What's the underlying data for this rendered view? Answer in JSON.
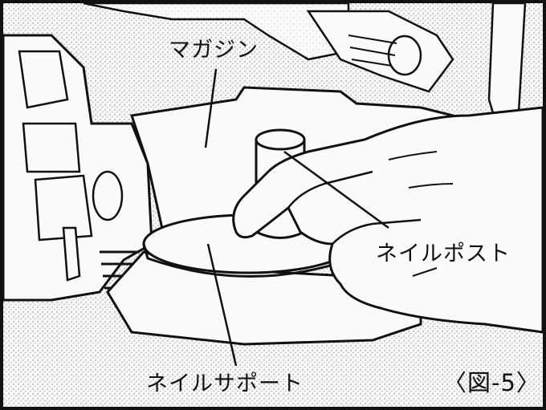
{
  "labels": {
    "magazine": "マガジン",
    "nail_post": "ネイルポスト",
    "nail_support": "ネイルサポート",
    "figure_number": "〈図-5〉"
  },
  "colors": {
    "ink": "#111111",
    "paper": "#fafafa",
    "stipple": "#9a9a9a"
  }
}
